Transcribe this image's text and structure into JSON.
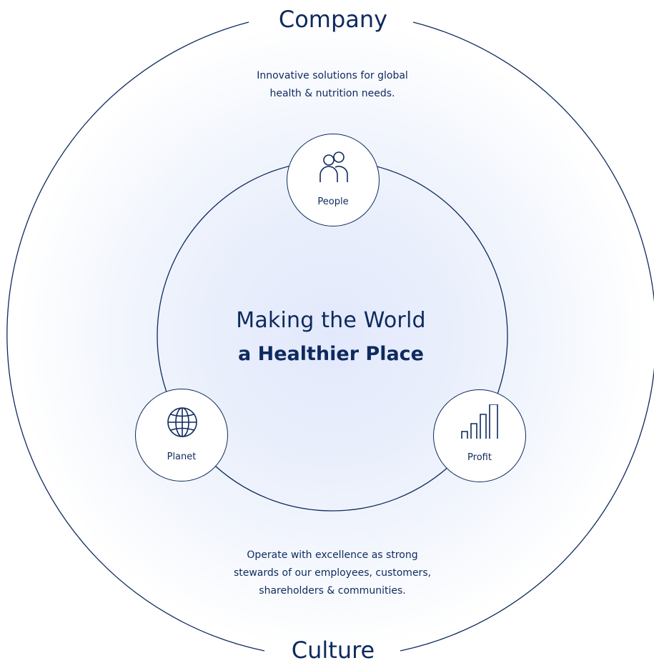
{
  "outer_ring": {
    "top_label": "Company",
    "bottom_label": "Culture"
  },
  "descriptions": {
    "top": {
      "line1": "Innovative solutions for global",
      "line2": "health & nutrition needs."
    },
    "bottom": {
      "line1": "Operate with excellence as strong",
      "line2": "stewards of our employees, customers,",
      "line3": "shareholders & communities."
    }
  },
  "center": {
    "line1": "Making the World",
    "line2": "a Healthier Place"
  },
  "pillars": [
    {
      "label": "People",
      "icon": "people-icon"
    },
    {
      "label": "Planet",
      "icon": "globe-icon"
    },
    {
      "label": "Profit",
      "icon": "bar-chart-icon"
    }
  ],
  "colors": {
    "navy": "#0e2a5e",
    "glow": "#e2e9fb",
    "background": "#ffffff"
  }
}
